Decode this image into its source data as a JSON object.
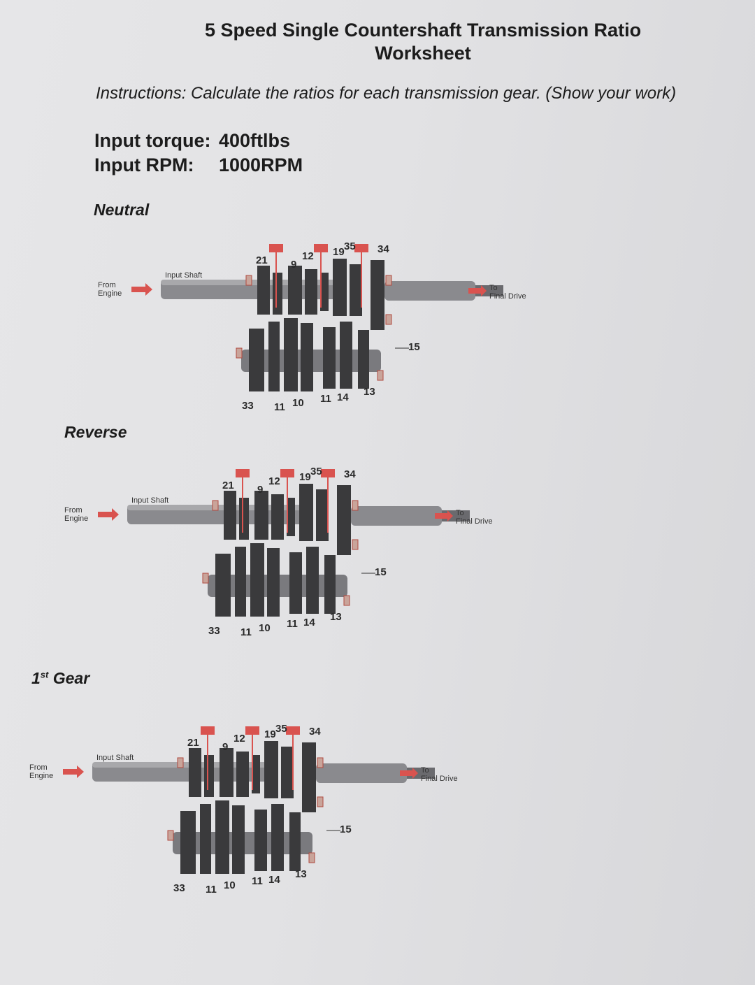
{
  "title_line1": "5 Speed Single Countershaft Transmission Ratio",
  "title_line2": "Worksheet",
  "instructions": "Instructions: Calculate the ratios for each transmission gear. (Show your work)",
  "input_torque_label": "Input torque:",
  "input_torque_value": "400ftlbs",
  "input_rpm_label": "Input RPM:",
  "input_rpm_value": "1000RPM",
  "sections": {
    "neutral": "Neutral",
    "reverse": "Reverse",
    "first_gear_base": "1",
    "first_gear_sup": "st",
    "first_gear_rest": " Gear"
  },
  "diagram_labels": {
    "from_engine_1": "From",
    "from_engine_2": "Engine",
    "input_shaft": "Input Shaft",
    "to_final_1": "To",
    "to_final_2": "Final Drive"
  },
  "gear_numbers": {
    "n21": "21",
    "n9": "9",
    "n12": "12",
    "n19": "19",
    "n35": "35",
    "n34": "34",
    "n15": "15",
    "n33": "33",
    "n11a": "11",
    "n10": "10",
    "n11b": "11",
    "n14": "14",
    "n13": "13"
  },
  "colors": {
    "shaft": "#8a8a8e",
    "gear": "#3a3a3c",
    "accent": "#d9534f"
  }
}
